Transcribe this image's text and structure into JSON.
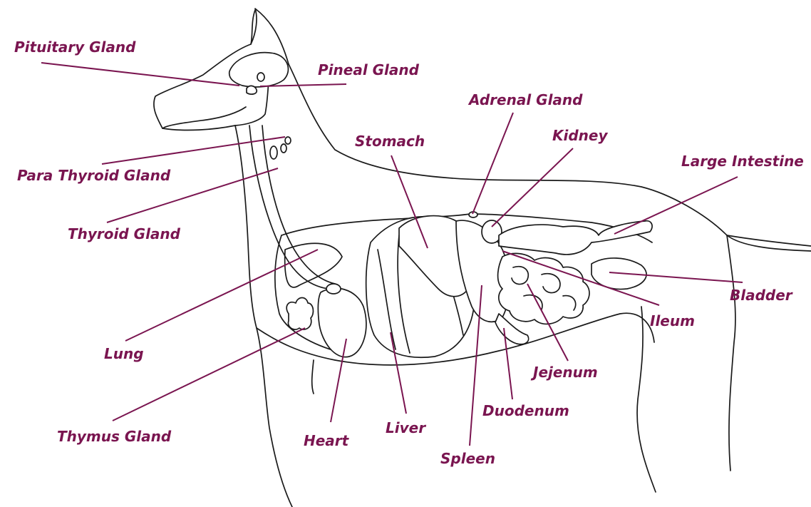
{
  "labels": {
    "pituitary_gland": "Pituitary Gland",
    "pineal_gland": "Pineal Gland",
    "adrenal_gland": "Adrenal Gland",
    "kidney": "Kidney",
    "stomach": "Stomach",
    "large_intestine": "Large Intestine",
    "para_thyroid_gland": "Para Thyroid Gland",
    "thyroid_gland": "Thyroid Gland",
    "bladder": "Bladder",
    "ileum": "Ileum",
    "lung": "Lung",
    "jejenum": "Jejenum",
    "duodenum": "Duodenum",
    "thymus_gland": "Thymus Gland",
    "heart": "Heart",
    "liver": "Liver",
    "spleen": "Spleen"
  },
  "colors": {
    "label": "#7a1550",
    "outline": "#1a1a1a"
  }
}
